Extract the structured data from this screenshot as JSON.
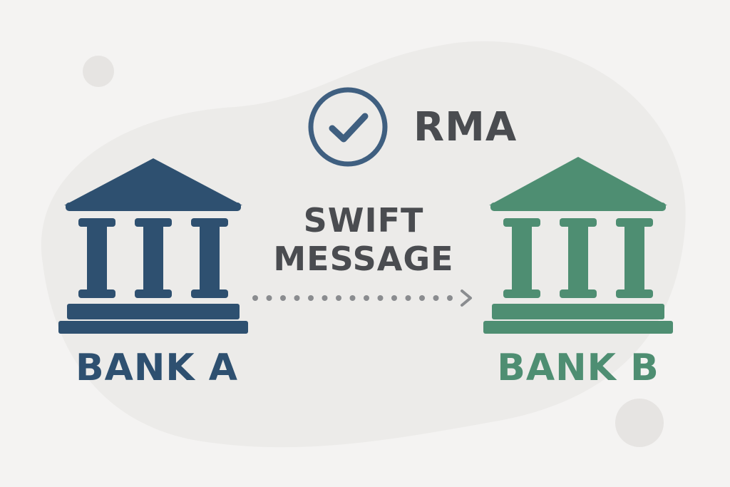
{
  "colors": {
    "background": "#f4f3f2",
    "blob": "#ecebe9",
    "dot": "#e6e4e2",
    "text": "#4a4c50",
    "ring": "#3f5f80",
    "bank_a": "#2e5070",
    "bank_b": "#4e8e72",
    "arrow": "#8a8c8f"
  },
  "status": {
    "icon": "check-circle-icon",
    "label": "RMA"
  },
  "message": {
    "line1": "SWIFT",
    "line2": "MESSAGE",
    "icon": "dotted-arrow-icon"
  },
  "bank_a": {
    "label": "BANK A",
    "icon": "bank-building-icon"
  },
  "bank_b": {
    "label": "BANK B",
    "icon": "bank-building-icon"
  }
}
